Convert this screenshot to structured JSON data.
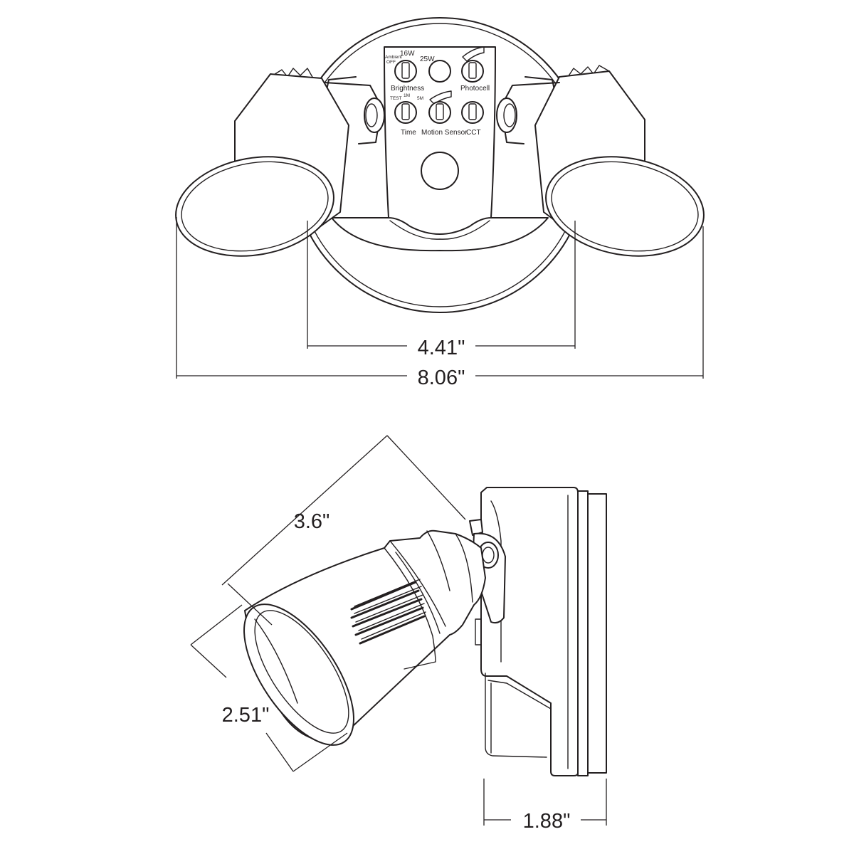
{
  "front_view": {
    "controls": {
      "brightness": "Brightness",
      "photocell": "Photocell",
      "time": "Time",
      "motion_sensor": "Motion Sensor",
      "cct": "CCT"
    },
    "brightness_marks": {
      "ambient": "Ambient",
      "off": "OFF",
      "w16": "16W",
      "w25": "25W"
    },
    "time_marks": {
      "test": "TEST",
      "m1": "1M",
      "m5": "5M"
    },
    "dimensions": {
      "inner_width": "4.41\"",
      "overall_width": "8.06\""
    }
  },
  "side_view": {
    "dimensions": {
      "head_length": "3.6\"",
      "lens_diameter": "2.51\"",
      "base_depth": "1.88\""
    }
  }
}
